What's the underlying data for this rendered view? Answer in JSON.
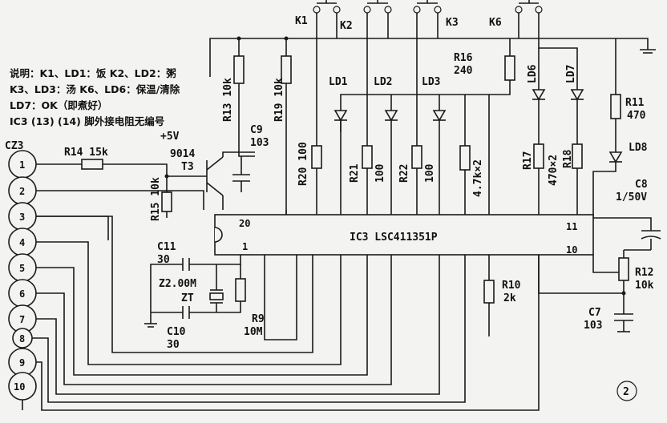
{
  "notes": {
    "line1": "说明：K1、LD1：饭    K2、LD2：粥",
    "line2": "K3、LD3：汤  K6、LD6：保温/清除",
    "line3": "LD7：OK（即煮好）",
    "line4": "IC3 (13) (14) 脚外接电阻无编号"
  },
  "supply": "+5V",
  "connector": {
    "label": "CZ3",
    "pins": [
      "1",
      "2",
      "3",
      "4",
      "5",
      "6",
      "7",
      "8",
      "9",
      "10"
    ]
  },
  "ic": {
    "label": "IC3  LSC411351P",
    "pin20": "20",
    "pin1": "1",
    "pin11": "11",
    "pin10": "10"
  },
  "switches": {
    "k1": "K1",
    "k2": "K2",
    "k3": "K3",
    "k6": "K6"
  },
  "leds": {
    "ld1": "LD1",
    "ld2": "LD2",
    "ld3": "LD3",
    "ld6": "LD6",
    "ld7": "LD7",
    "ld8": "LD8"
  },
  "resistors": {
    "r13": "R13 10k",
    "r19": "R19 10k",
    "r16_name": "R16",
    "r16_val": "240",
    "r20": "R20 100",
    "r21": "R21",
    "r21_val": "100",
    "r22": "R22",
    "r22_val": "100",
    "r_47k": "4.7k×2",
    "r17": "R17",
    "r17_val": "470×2",
    "r18": "R18",
    "r11_name": "R11",
    "r11_val": "470",
    "r14": "R14  15k",
    "r15": "R15 10k",
    "r10_name": "R10",
    "r10_val": "2k",
    "r12_name": "R12",
    "r12_val": "10k",
    "r9_name": "R9",
    "r9_val": "10M"
  },
  "capacitors": {
    "c9_name": "C9",
    "c9_val": "103",
    "c8_name": "C8",
    "c8_val": "1/50V",
    "c11_name": "C11",
    "c11_val": "30",
    "c10_name": "C10",
    "c10_val": "30",
    "c7_name": "C7",
    "c7_val": "103"
  },
  "transistor": {
    "type": "9014",
    "name": "T3"
  },
  "crystal": {
    "freq": "Z2.00M",
    "name": "ZT"
  },
  "figure_number": "2"
}
